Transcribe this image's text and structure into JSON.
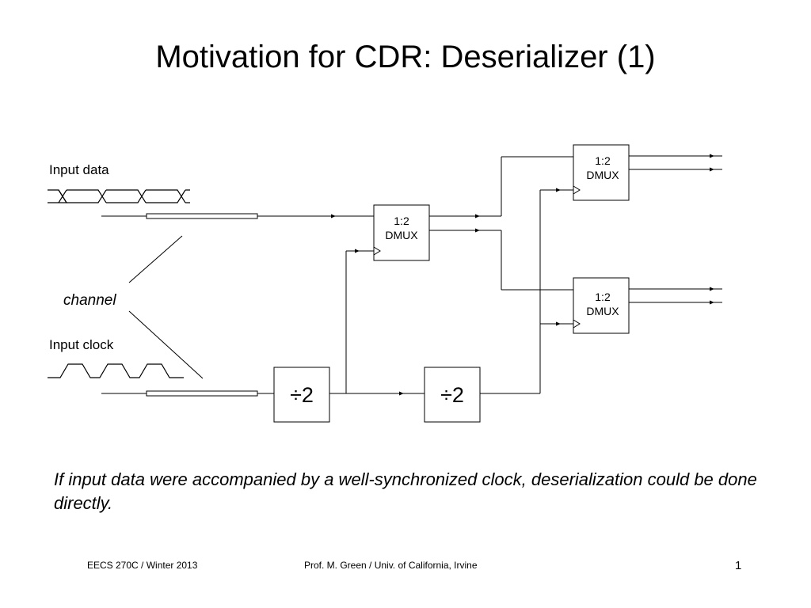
{
  "slide": {
    "title": "Motivation for CDR:  Deserializer (1)",
    "caption": "If input data were accompanied by a well-synchronized clock, deserialization could be done directly.",
    "footer_left": "EECS 270C / Winter 2013",
    "footer_center": "Prof. M. Green / Univ. of California, Irvine",
    "page_number": "1"
  },
  "diagram": {
    "input_data_label": "Input data",
    "input_clock_label": "Input clock",
    "channel_label": "channel",
    "dmux_ratio": "1:2",
    "dmux_name": "DMUX",
    "divider_label": "÷2"
  }
}
